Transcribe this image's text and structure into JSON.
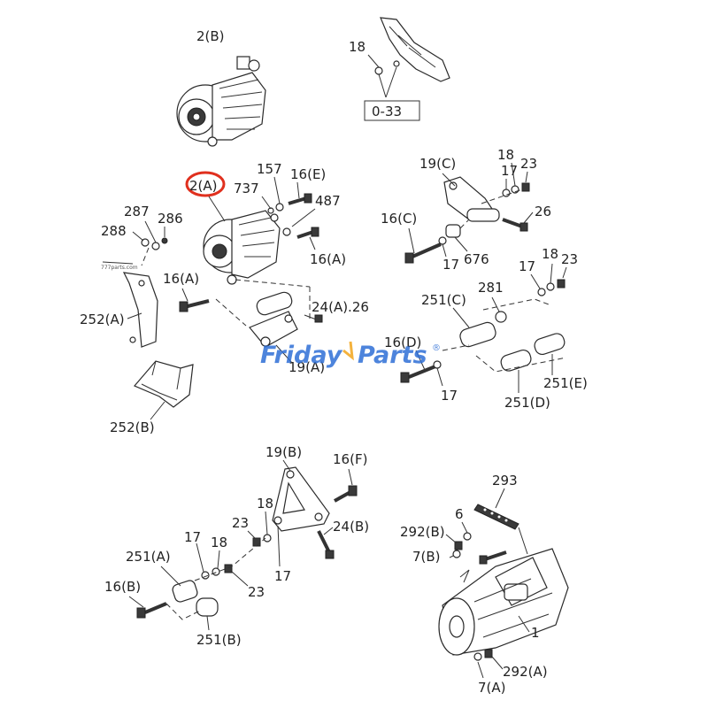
{
  "labels": {
    "alt_2b": "2(B)",
    "bracket_ref": "18",
    "ref_033": "0-33",
    "alt_2a": "2(A)",
    "n157": "157",
    "n16e": "16(E)",
    "n737": "737",
    "n487": "487",
    "n287": "287",
    "n286": "286",
    "n288": "288",
    "n16a_right": "16(A)",
    "n16a_left": "16(A)",
    "n252a": "252(A)",
    "n24a26": "24(A).26",
    "n19a": "19(A)",
    "n252b": "252(B)",
    "n19c": "19(C)",
    "n17_top": "17",
    "n18_top": "18",
    "n23_top": "23",
    "n16c": "16(C)",
    "n26": "26",
    "n17_mid": "17",
    "n676": "676",
    "n251c": "251(C)",
    "n281": "281",
    "n17_r": "17",
    "n18_r": "18",
    "n23_r": "23",
    "n16d": "16(D)",
    "n17_low": "17",
    "n251e": "251(E)",
    "n251d": "251(D)",
    "n19b": "19(B)",
    "n16f": "16(F)",
    "n18_b": "18",
    "n23_b": "23",
    "n24b": "24(B)",
    "n17_b2": "17",
    "n251a": "251(A)",
    "n17_bl": "17",
    "n18_bl": "18",
    "n23_bl": "23",
    "n16b": "16(B)",
    "n251b": "251(B)",
    "n293": "293",
    "n6": "6",
    "n292b": "292(B)",
    "n7b": "7(B)",
    "n1": "1",
    "n292a": "292(A)",
    "n7a": "7(A)",
    "small_mark": "777parts.com"
  },
  "watermark": {
    "word1": "Friday",
    "word2": "Parts",
    "reg": "®",
    "color_primary": "#2f6fd6",
    "color_accent": "#f3a51c"
  },
  "highlight": {
    "target": "2(A)",
    "color": "#e0301e"
  }
}
